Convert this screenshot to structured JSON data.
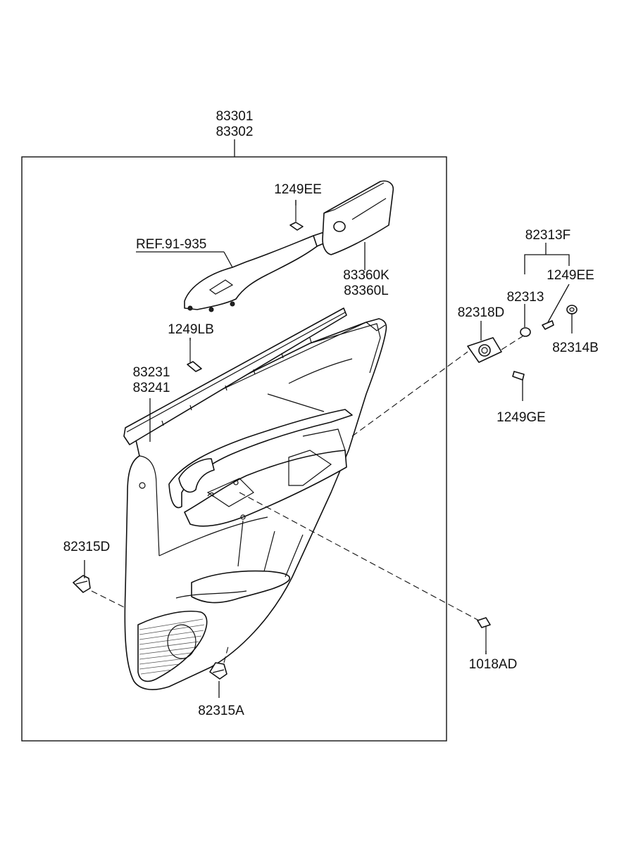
{
  "labels": {
    "assembly_1": "83301",
    "assembly_2": "83302",
    "ref": "REF.91-935",
    "screw_top": "1249EE",
    "cover_1": "83360K",
    "cover_2": "83360L",
    "screw_lb": "1249LB",
    "weatherstrip_1": "83231",
    "weatherstrip_2": "83241",
    "clip_left": "82315D",
    "clip_bottom": "82315A",
    "bolt_bottom": "1018AD",
    "group_f": "82313F",
    "screw_right": "1249EE",
    "grommet": "82313",
    "bracket": "82318D",
    "nut": "82314B",
    "screw_ge": "1249GE"
  }
}
